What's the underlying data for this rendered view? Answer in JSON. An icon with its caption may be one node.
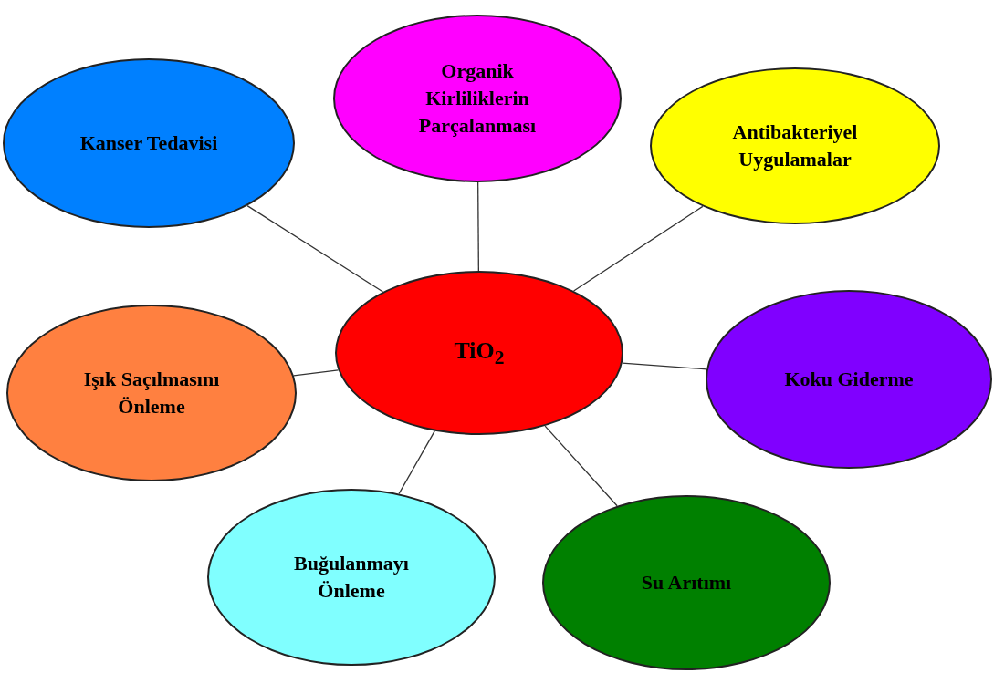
{
  "diagram": {
    "nodes": [
      {
        "text": [
          "Organik Kirliliklerin Parçalanması"
        ]
      },
      {
        "text": [
          "Kanser Tedavisi"
        ]
      },
      {
        "text": [
          "Antibakteriyel Uygulamalar"
        ]
      },
      {
        "text": [
          "TiO$_{2}$"
        ]
      },
      {
        "text": [
          "Koku Giderme"
        ]
      },
      {
        "text": [
          "Işık Saçılmasını Önleme"
        ]
      },
      {
        "text": [
          "Buğulanmayı Önleme"
        ]
      },
      {
        "text": [
          "Su Arıtımı"
        ]
      }
    ],
    "edges": [
      {
        "from": 3,
        "to": 0,
        "arrow": "none"
      },
      {
        "from": 3,
        "to": 1,
        "arrow": "none"
      },
      {
        "from": 3,
        "to": 2,
        "arrow": "none"
      },
      {
        "from": 3,
        "to": 4,
        "arrow": "none"
      },
      {
        "from": 3,
        "to": 5,
        "arrow": "none"
      },
      {
        "from": 3,
        "to": 6,
        "arrow": "none"
      },
      {
        "from": 3,
        "to": 7,
        "arrow": "none"
      }
    ]
  }
}
